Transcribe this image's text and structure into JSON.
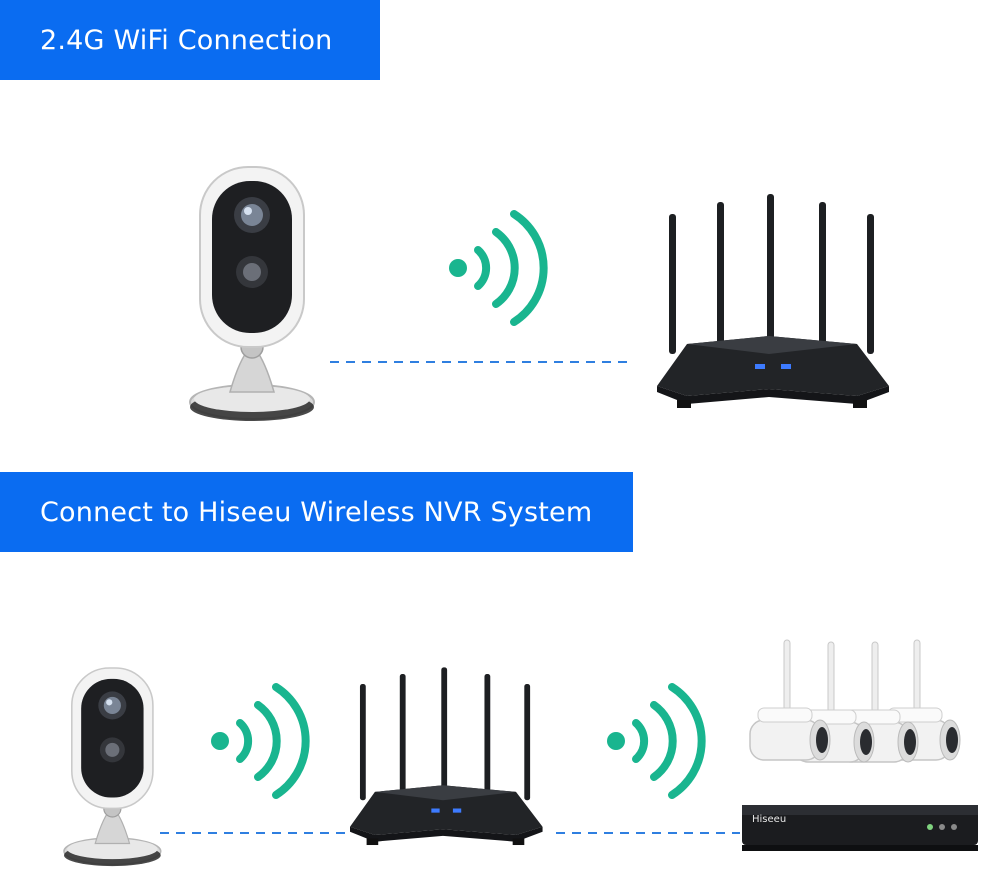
{
  "section_one": {
    "title": "2.4G WiFi Connection"
  },
  "section_two": {
    "title": "Connect to Hiseeu Wireless NVR System"
  },
  "nvr": {
    "brand": "Hiseeu"
  },
  "colors": {
    "banner": "#0a6cf1",
    "wifi": "#19b58f",
    "dash": "#2f7fe0",
    "device_dark": "#1a1c1f",
    "camera_white": "#eeeeee"
  },
  "icons": [
    "camera-icon",
    "wifi-signal-icon",
    "router-icon",
    "nvr-icon",
    "bullet-camera-icon"
  ]
}
